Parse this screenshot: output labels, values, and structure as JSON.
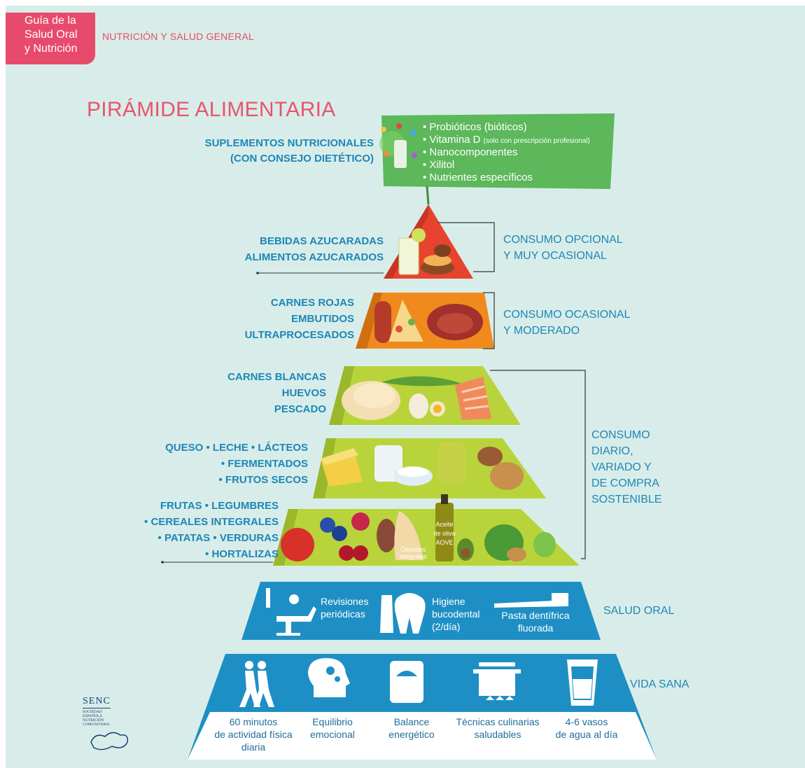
{
  "header": {
    "guide_line1": "Guía de la",
    "guide_line2": "Salud Oral",
    "guide_line3": "y Nutrición",
    "section": "NUTRICIÓN Y SALUD GENERAL"
  },
  "title": "PIRÁMIDE ALIMENTARIA",
  "supplements": {
    "label_line1": "SUPLEMENTOS NUTRICIONALES",
    "label_line2": "(CON CONSEJO DIETÉTICO)",
    "items": [
      "• Probióticos (bióticos)",
      "• Vitamina D",
      "• Nanocomponentes",
      "• Xilitol",
      "• Nutrientes específicos"
    ],
    "vitamin_note": "(solo con prescripción profesional)"
  },
  "tiers": {
    "sugary": {
      "line1": "BEBIDAS AZUCARADAS",
      "line2": "ALIMENTOS AZUCARADOS"
    },
    "meats": {
      "line1": "CARNES ROJAS",
      "line2": "EMBUTIDOS",
      "line3": "ULTRAPROCESADOS"
    },
    "protein": {
      "line1": "CARNES BLANCAS",
      "line2": "HUEVOS",
      "line3": "PESCADO"
    },
    "dairy": {
      "line1": "QUESO • LECHE • LÁCTEOS",
      "line2": "• FERMENTADOS",
      "line3": "• FRUTOS SECOS"
    },
    "plants": {
      "line1": "FRUTAS • LEGUMBRES",
      "line2": "• CEREALES INTEGRALES",
      "line3": "• PATATAS • VERDURAS",
      "line4": "• HORTALIZAS"
    }
  },
  "consumption": {
    "optional": {
      "line1": "CONSUMO OPCIONAL",
      "line2": "Y MUY OCASIONAL"
    },
    "occasional": {
      "line1": "CONSUMO OCASIONAL",
      "line2": "Y MODERADO"
    },
    "daily": {
      "line1": "CONSUMO",
      "line2": "DIARIO,",
      "line3": "VARIADO Y",
      "line4": "DE COMPRA",
      "line5": "SOSTENIBLE"
    }
  },
  "food_labels": {
    "cereals_line1": "Cereales",
    "cereals_line2": "integrales",
    "oil_line1": "Aceite",
    "oil_line2": "de oliva",
    "oil_line3": "AOVE"
  },
  "oral_health": {
    "label": "SALUD ORAL",
    "items": [
      {
        "line1": "Revisiones",
        "line2": "periódicas"
      },
      {
        "line1": "Higiene",
        "line2": "bucodental",
        "line3": "(2/día)"
      },
      {
        "line1": "Pasta dentífrica",
        "line2": "fluorada"
      }
    ]
  },
  "healthy_life": {
    "label": "VIDA SANA",
    "items": [
      {
        "line1": "60 minutos",
        "line2": "de actividad física",
        "line3": "diaria"
      },
      {
        "line1": "Equilibrio",
        "line2": "emocional"
      },
      {
        "line1": "Balance",
        "line2": "energético"
      },
      {
        "line1": "Técnicas culinarias",
        "line2": "saludables"
      },
      {
        "line1": "4-6 vasos",
        "line2": "de agua al día"
      }
    ]
  },
  "logo": {
    "name": "SENC",
    "sub1": "SOCIEDAD",
    "sub2": "ESPAÑOLA",
    "sub3": "NUTRICIÓN",
    "sub4": "COMUNITARIA"
  },
  "colors": {
    "accent_pink": "#e84a6b",
    "text_blue": "#1e86b8",
    "tier_red": "#e8432e",
    "tier_orange": "#f08a1c",
    "tier_green": "#b8d43a",
    "tier_blue": "#1e8fc4",
    "background": "#d8ede9"
  }
}
